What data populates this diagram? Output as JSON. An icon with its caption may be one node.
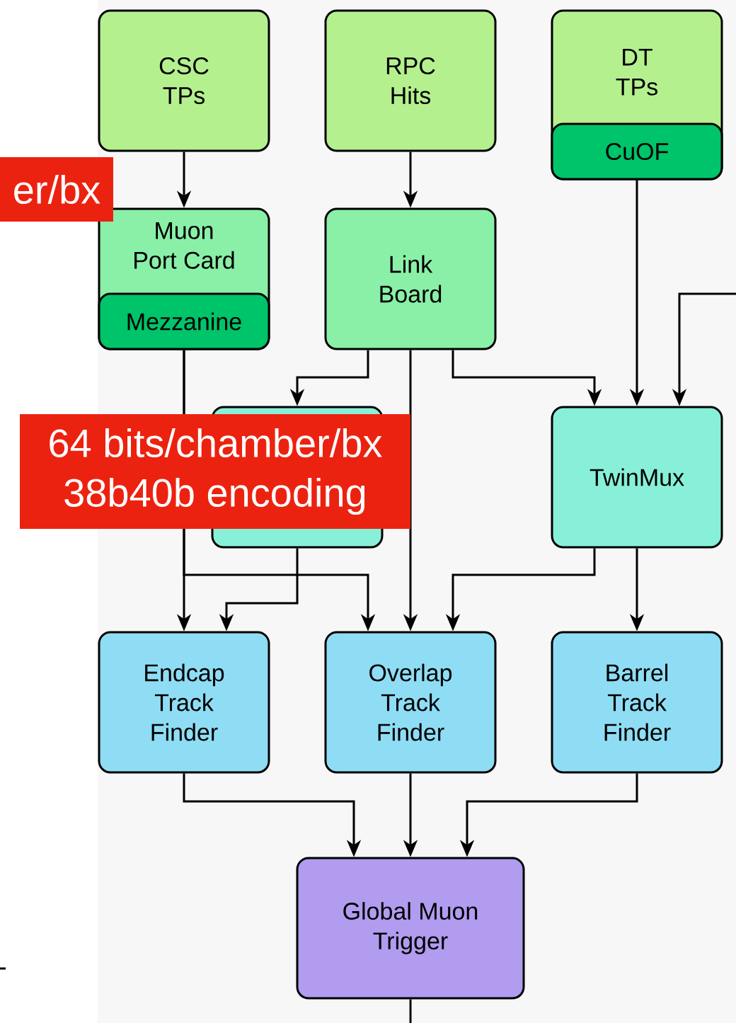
{
  "diagram": {
    "nodes": [
      {
        "text": [
          "CSC TPs"
        ]
      },
      {
        "text": [
          "RPC Hits"
        ]
      },
      {
        "text": [
          "DT TPs"
        ]
      },
      {
        "text": [
          "CuOF"
        ],
        "in": 2
      },
      {
        "text": [
          "Muon Port Card"
        ]
      },
      {
        "text": [
          "Mezzanine"
        ],
        "in": 4
      },
      {
        "text": [
          "Link Board"
        ]
      },
      {
        "text": [],
        "shape": "box"
      },
      {
        "text": [
          "TwinMux"
        ]
      },
      {
        "text": [
          "Endcap Track Finder"
        ]
      },
      {
        "text": [
          "Overlap Track Finder"
        ]
      },
      {
        "text": [
          "Barrel Track Finder"
        ]
      },
      {
        "text": [
          "Global Muon Trigger"
        ]
      }
    ],
    "labels": [
      "er/bx",
      "64 bits/chamber/bx 38b40b encoding"
    ],
    "edges": [
      {
        "from": 0,
        "to": 4,
        "arrow": "to"
      },
      {
        "from": 1,
        "to": 6,
        "arrow": "to"
      },
      {
        "from": 3,
        "to": 8,
        "arrow": "to"
      },
      {
        "from": null,
        "to": 8,
        "arrow": "to"
      },
      {
        "from": 6,
        "to": 7,
        "arrow": "to"
      },
      {
        "from": 6,
        "to": 10,
        "arrow": "to"
      },
      {
        "from": 6,
        "to": 8,
        "arrow": "to"
      },
      {
        "from": 5,
        "to": 9,
        "arrow": "to"
      },
      {
        "from": 5,
        "to": 10,
        "arrow": "to"
      },
      {
        "from": 7,
        "to": 9,
        "arrow": "to"
      },
      {
        "from": 8,
        "to": 10,
        "arrow": "to"
      },
      {
        "from": 8,
        "to": 11,
        "arrow": "to"
      },
      {
        "from": 9,
        "to": 12,
        "arrow": "to"
      },
      {
        "from": 10,
        "to": 12,
        "arrow": "to"
      },
      {
        "from": 11,
        "to": 12,
        "arrow": "to"
      },
      {
        "from": 12,
        "to": null,
        "arrow": "none"
      }
    ]
  }
}
